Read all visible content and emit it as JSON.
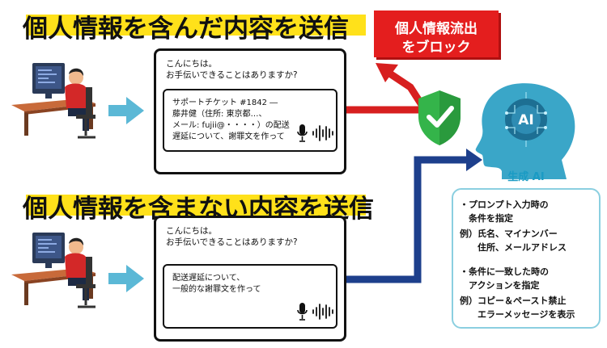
{
  "headings": {
    "with_personal_info": "個人情報を含んだ内容を送信",
    "without_personal_info": "個人情報を含まない内容を送信"
  },
  "chat_top": {
    "greeting_line1": "こんにちは。",
    "greeting_line2": "お手伝いできることはありますか?",
    "message_lines": [
      "サポートチケット #1842 ―",
      "藤井健（住所: 東京都…、",
      "メール: fujii@・・・・）の配送",
      "遅延について、謝罪文を作って"
    ]
  },
  "chat_bottom": {
    "greeting_line1": "こんにちは。",
    "greeting_line2": "お手伝いできることはありますか?",
    "message_lines": [
      "配送遅延について、",
      "一般的な謝罪文を作って"
    ]
  },
  "block_box": {
    "line1": "個人情報流出",
    "line2": "をブロック"
  },
  "ai": {
    "chip_text": "AI",
    "label": "生成 AI"
  },
  "info_box": {
    "lines": [
      "・プロンプト入力時の",
      "　条件を指定",
      "例）氏名、マイナンバー",
      "　　住所、メールアドレス",
      "・条件に一致した時の",
      "　アクションを指定",
      "例）コピー＆ペースト禁止",
      "　　エラーメッセージを表示"
    ]
  },
  "colors": {
    "highlight": "#ffe11a",
    "block_red": "#e41e1e",
    "flow_blue": "#1d3f8c",
    "shield_green": "#34b44a",
    "ai_head": "#3aa6c8",
    "accent_cyan": "#8bcfe0",
    "arrow_blue": "#5bb8d6"
  },
  "icons": [
    "person-at-desk-icon",
    "right-arrow-icon",
    "microphone-icon",
    "sound-wave-icon",
    "shield-check-icon",
    "ai-head-icon"
  ]
}
